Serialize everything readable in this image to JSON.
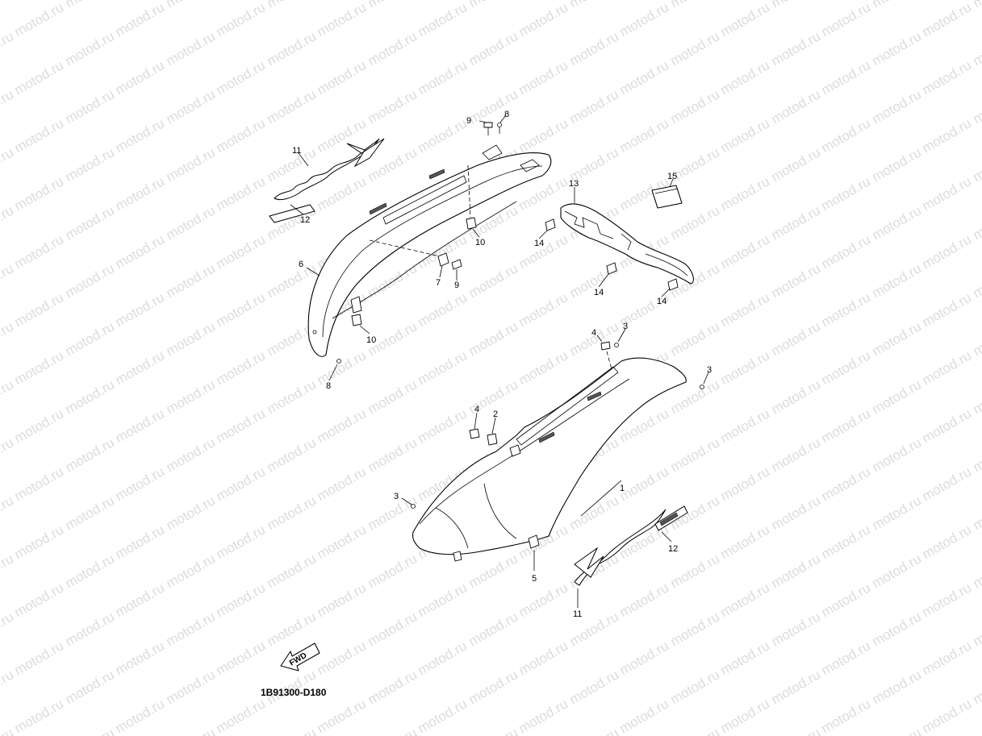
{
  "watermark": {
    "text": "motod.ru",
    "color": "#dcdcdc"
  },
  "diagram_code": "1B91300-D180",
  "fwd_label": "FWD",
  "callouts": [
    {
      "id": "c9a",
      "text": "9"
    },
    {
      "id": "c8a",
      "text": "8"
    },
    {
      "id": "c11a",
      "text": "11"
    },
    {
      "id": "c12a",
      "text": "12"
    },
    {
      "id": "c6",
      "text": "6"
    },
    {
      "id": "c10a",
      "text": "10"
    },
    {
      "id": "c7",
      "text": "7"
    },
    {
      "id": "c9b",
      "text": "9"
    },
    {
      "id": "c10b",
      "text": "10"
    },
    {
      "id": "c8b",
      "text": "8"
    },
    {
      "id": "c13",
      "text": "13"
    },
    {
      "id": "c15",
      "text": "15"
    },
    {
      "id": "c14a",
      "text": "14"
    },
    {
      "id": "c14b",
      "text": "14"
    },
    {
      "id": "c14c",
      "text": "14"
    },
    {
      "id": "c4a",
      "text": "4"
    },
    {
      "id": "c3a",
      "text": "3"
    },
    {
      "id": "c3b",
      "text": "3"
    },
    {
      "id": "c4b",
      "text": "4"
    },
    {
      "id": "c2",
      "text": "2"
    },
    {
      "id": "c1",
      "text": "1"
    },
    {
      "id": "c3c",
      "text": "3"
    },
    {
      "id": "c5",
      "text": "5"
    },
    {
      "id": "c12b",
      "text": "12"
    },
    {
      "id": "c11b",
      "text": "11"
    }
  ]
}
